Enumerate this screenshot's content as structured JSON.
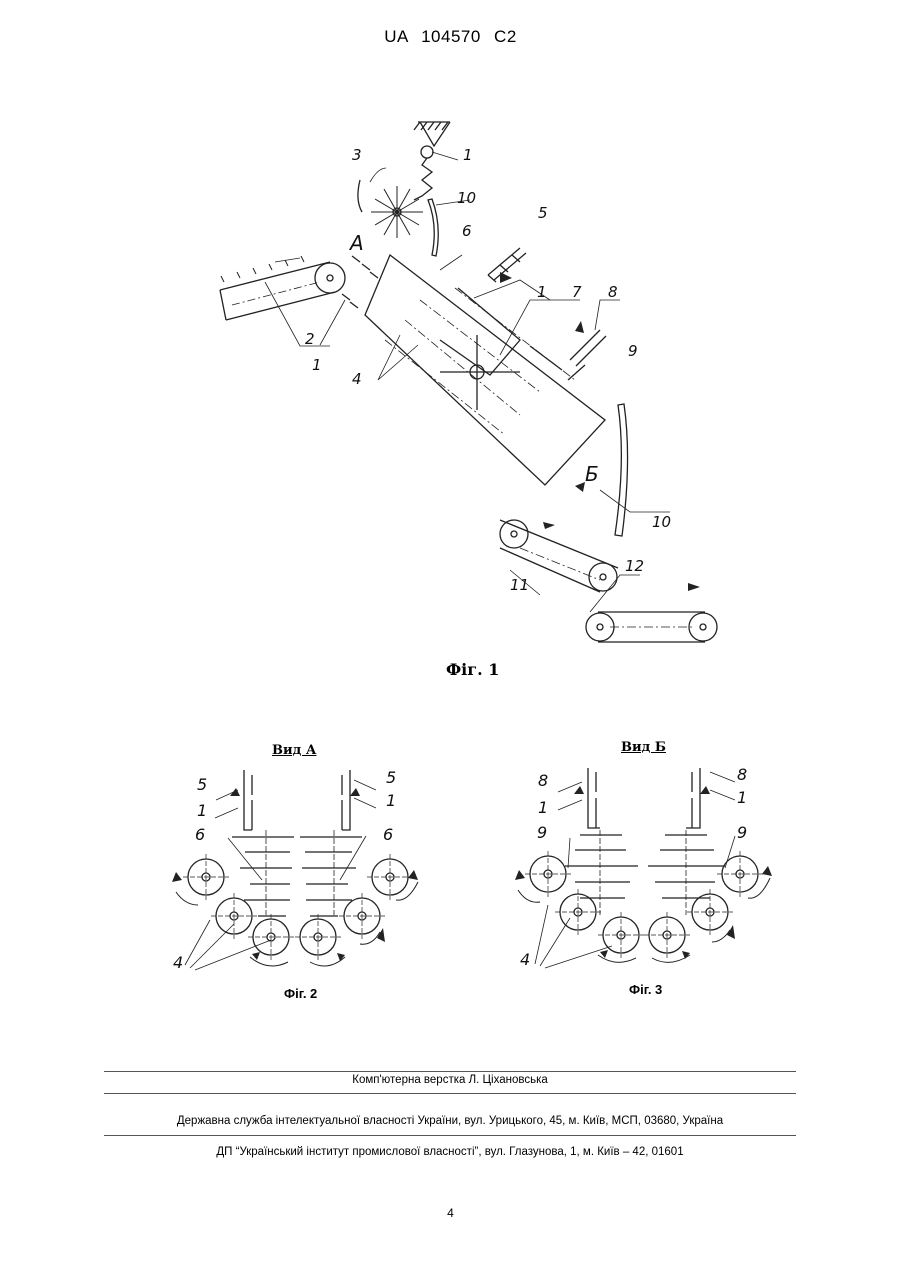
{
  "header": {
    "patent_id": "UA   104570   C2"
  },
  "figure1": {
    "caption": "Фіг. 1",
    "labels": [
      "1",
      "1",
      "1",
      "2",
      "3",
      "4",
      "5",
      "6",
      "7",
      "8",
      "9",
      "10",
      "10",
      "11",
      "12"
    ],
    "view_letters": {
      "a": "А",
      "b": "Б"
    }
  },
  "figure2": {
    "view_title": "Вид А",
    "caption": "Фіг. 2",
    "labels": {
      "l5": "5",
      "r5": "5",
      "l1": "1",
      "r1": "1",
      "l6": "6",
      "r6": "6",
      "l4": "4"
    }
  },
  "figure3": {
    "view_title": "Вид Б",
    "caption": "Фіг. 3",
    "labels": {
      "l8": "8",
      "r8": "8",
      "l1": "1",
      "r1": "1",
      "l9": "9",
      "r9": "9",
      "l4": "4"
    }
  },
  "footer": {
    "layout_credit": "Комп'ютерна верстка Л. Ціхановська",
    "agency": "Державна служба інтелектуальної власності України, вул. Урицького, 45, м. Київ, МСП, 03680, Україна",
    "institute": "ДП “Український інститут промислової власності”, вул. Глазунова, 1, м. Київ – 42, 01601"
  },
  "page_number": "4"
}
